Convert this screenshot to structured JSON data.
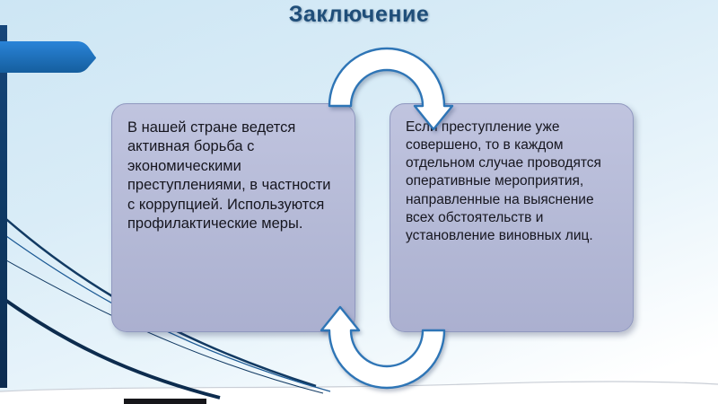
{
  "slide": {
    "title": "Заключение",
    "boxes": [
      {
        "text": "В нашей стране ведется активная борьба с экономическими преступлениями, в частности с коррупцией. Используются профилактические меры."
      },
      {
        "text": "Если преступление уже совершено, то в каждом отдельном случае проводятся оперативные мероприятия, направленные на выяснение всех обстоятельств и установление виновных лиц."
      }
    ],
    "icons": {
      "top_arrow": "cycle-arrow-clockwise",
      "bottom_arrow": "cycle-arrow-counterclockwise",
      "accent_tab": "left-pointer-tab"
    },
    "colors": {
      "title_text": "#1F4E79",
      "box_fill": "#B6BAD8",
      "box_border": "#9098BF",
      "box_text": "#16161F",
      "arrow_fill": "#FFFFFF",
      "arrow_stroke": "#2E75B6",
      "accent_bar": "#0F3C69",
      "accent_tab": "#1E6FBE",
      "background_top": "#CDE6F4",
      "background_bottom": "#FFFFFF"
    }
  }
}
